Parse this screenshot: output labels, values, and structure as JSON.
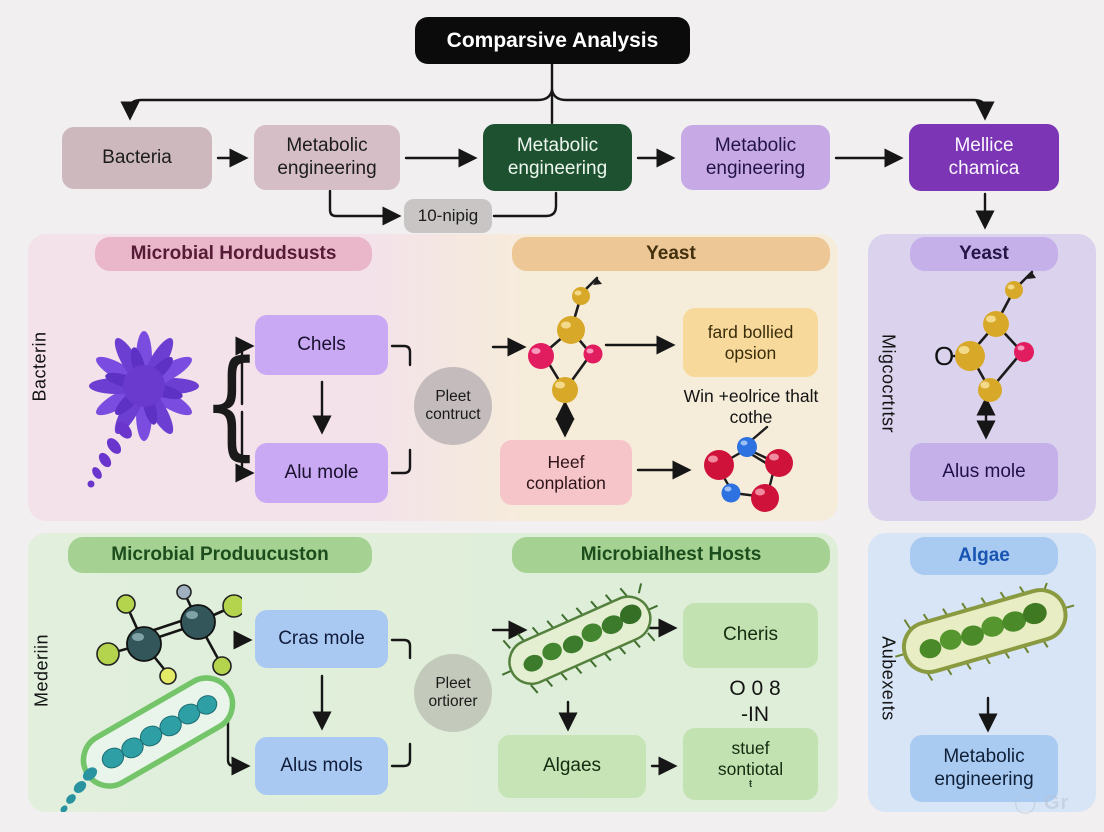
{
  "title": "Comparsive Analysis",
  "watermark": "◯ Gr",
  "top_flow": {
    "nodes": [
      {
        "label": "Bacteria"
      },
      {
        "label": "Metabolic engineering"
      },
      {
        "label": "Metabolic engineering"
      },
      {
        "label": "Metabolic engineering"
      },
      {
        "label": "Mellice chamica"
      }
    ],
    "branch_node": "10-nipig"
  },
  "host_panel": {
    "header": "Microbial Hordudsusts",
    "yeast_header": "Yeast",
    "side_label": "Bacterin",
    "brace": "{",
    "chels": "Chels",
    "alu_mole": "Alu mole",
    "pleet_circle": "Pleet contruct",
    "heef": "Heef conplation",
    "fard": "fard bollied opsion",
    "win_note": "Win +eolrice thalt cothe"
  },
  "production_panel": {
    "header": "Microbial Produucuston",
    "hosts_header": "Microbialhest Hosts",
    "side_label": "Mederiin",
    "cras_mole": "Cras mole",
    "alus_mols": "Alus mols",
    "pleet_circle": "Pleet ortiorer",
    "algaes": "Algaes",
    "cheris": "Cheris",
    "code_line1": "O 0 8",
    "code_line2": "-IN",
    "stuef_line1": "stuef",
    "stuef_line2": "sontiotal",
    "stuef_glyph": "ŧ"
  },
  "right_panel": {
    "yeast_header": "Yeast",
    "side_label_top": "Migcocrtıtsr",
    "oxygen_label": "O",
    "alus_mole": "Alus mole",
    "algae_header": "Algae",
    "side_label_bottom": "Aubexeıts",
    "met_eng": "Metabolic engineering"
  },
  "colors": {
    "background": "#f1eff0",
    "title_bg": "#0b0b0b",
    "mauve_box": "#ccb8bd",
    "pink_box": "#d5bec5",
    "dark_green_box": "#1d5130",
    "light_purple_box": "#c7a9e6",
    "dark_purple_box": "#7b35b5",
    "gray_pill": "#c8c5c4",
    "panel_pink": "#f3e2ea",
    "panel_cream": "#f6ecda",
    "panel_green": "#e0eedb",
    "panel_lavender": "#dbd3ee",
    "panel_blue": "#d7e5f6",
    "header_pink": "#eab6c9",
    "header_orange": "#edc795",
    "header_green": "#a5d293",
    "lavender_node": "#c9a9f3",
    "blue_node": "#a9c9f3",
    "green_node": "#c6e4b6",
    "yellow_node": "#f7da9b",
    "rose_node": "#f6c5c9",
    "algae_text_blue": "#1854b2"
  }
}
